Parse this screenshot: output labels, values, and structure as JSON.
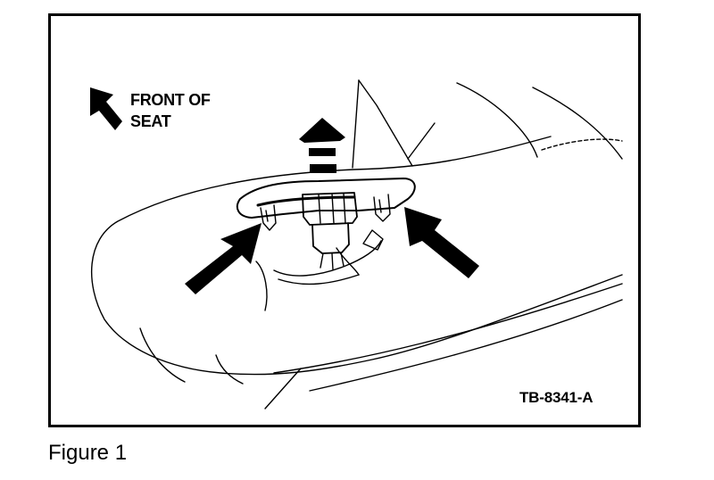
{
  "figure": {
    "caption": "Figure 1",
    "reference_code": "TB-8341-A"
  },
  "illustration": {
    "direction_label_line1": "FRONT OF",
    "direction_label_line2": "SEAT",
    "icons": [
      "front-direction-arrow",
      "lift-up-arrow",
      "press-arrow-left",
      "press-arrow-right"
    ],
    "line_color": "#000000",
    "background_color": "#ffffff"
  }
}
